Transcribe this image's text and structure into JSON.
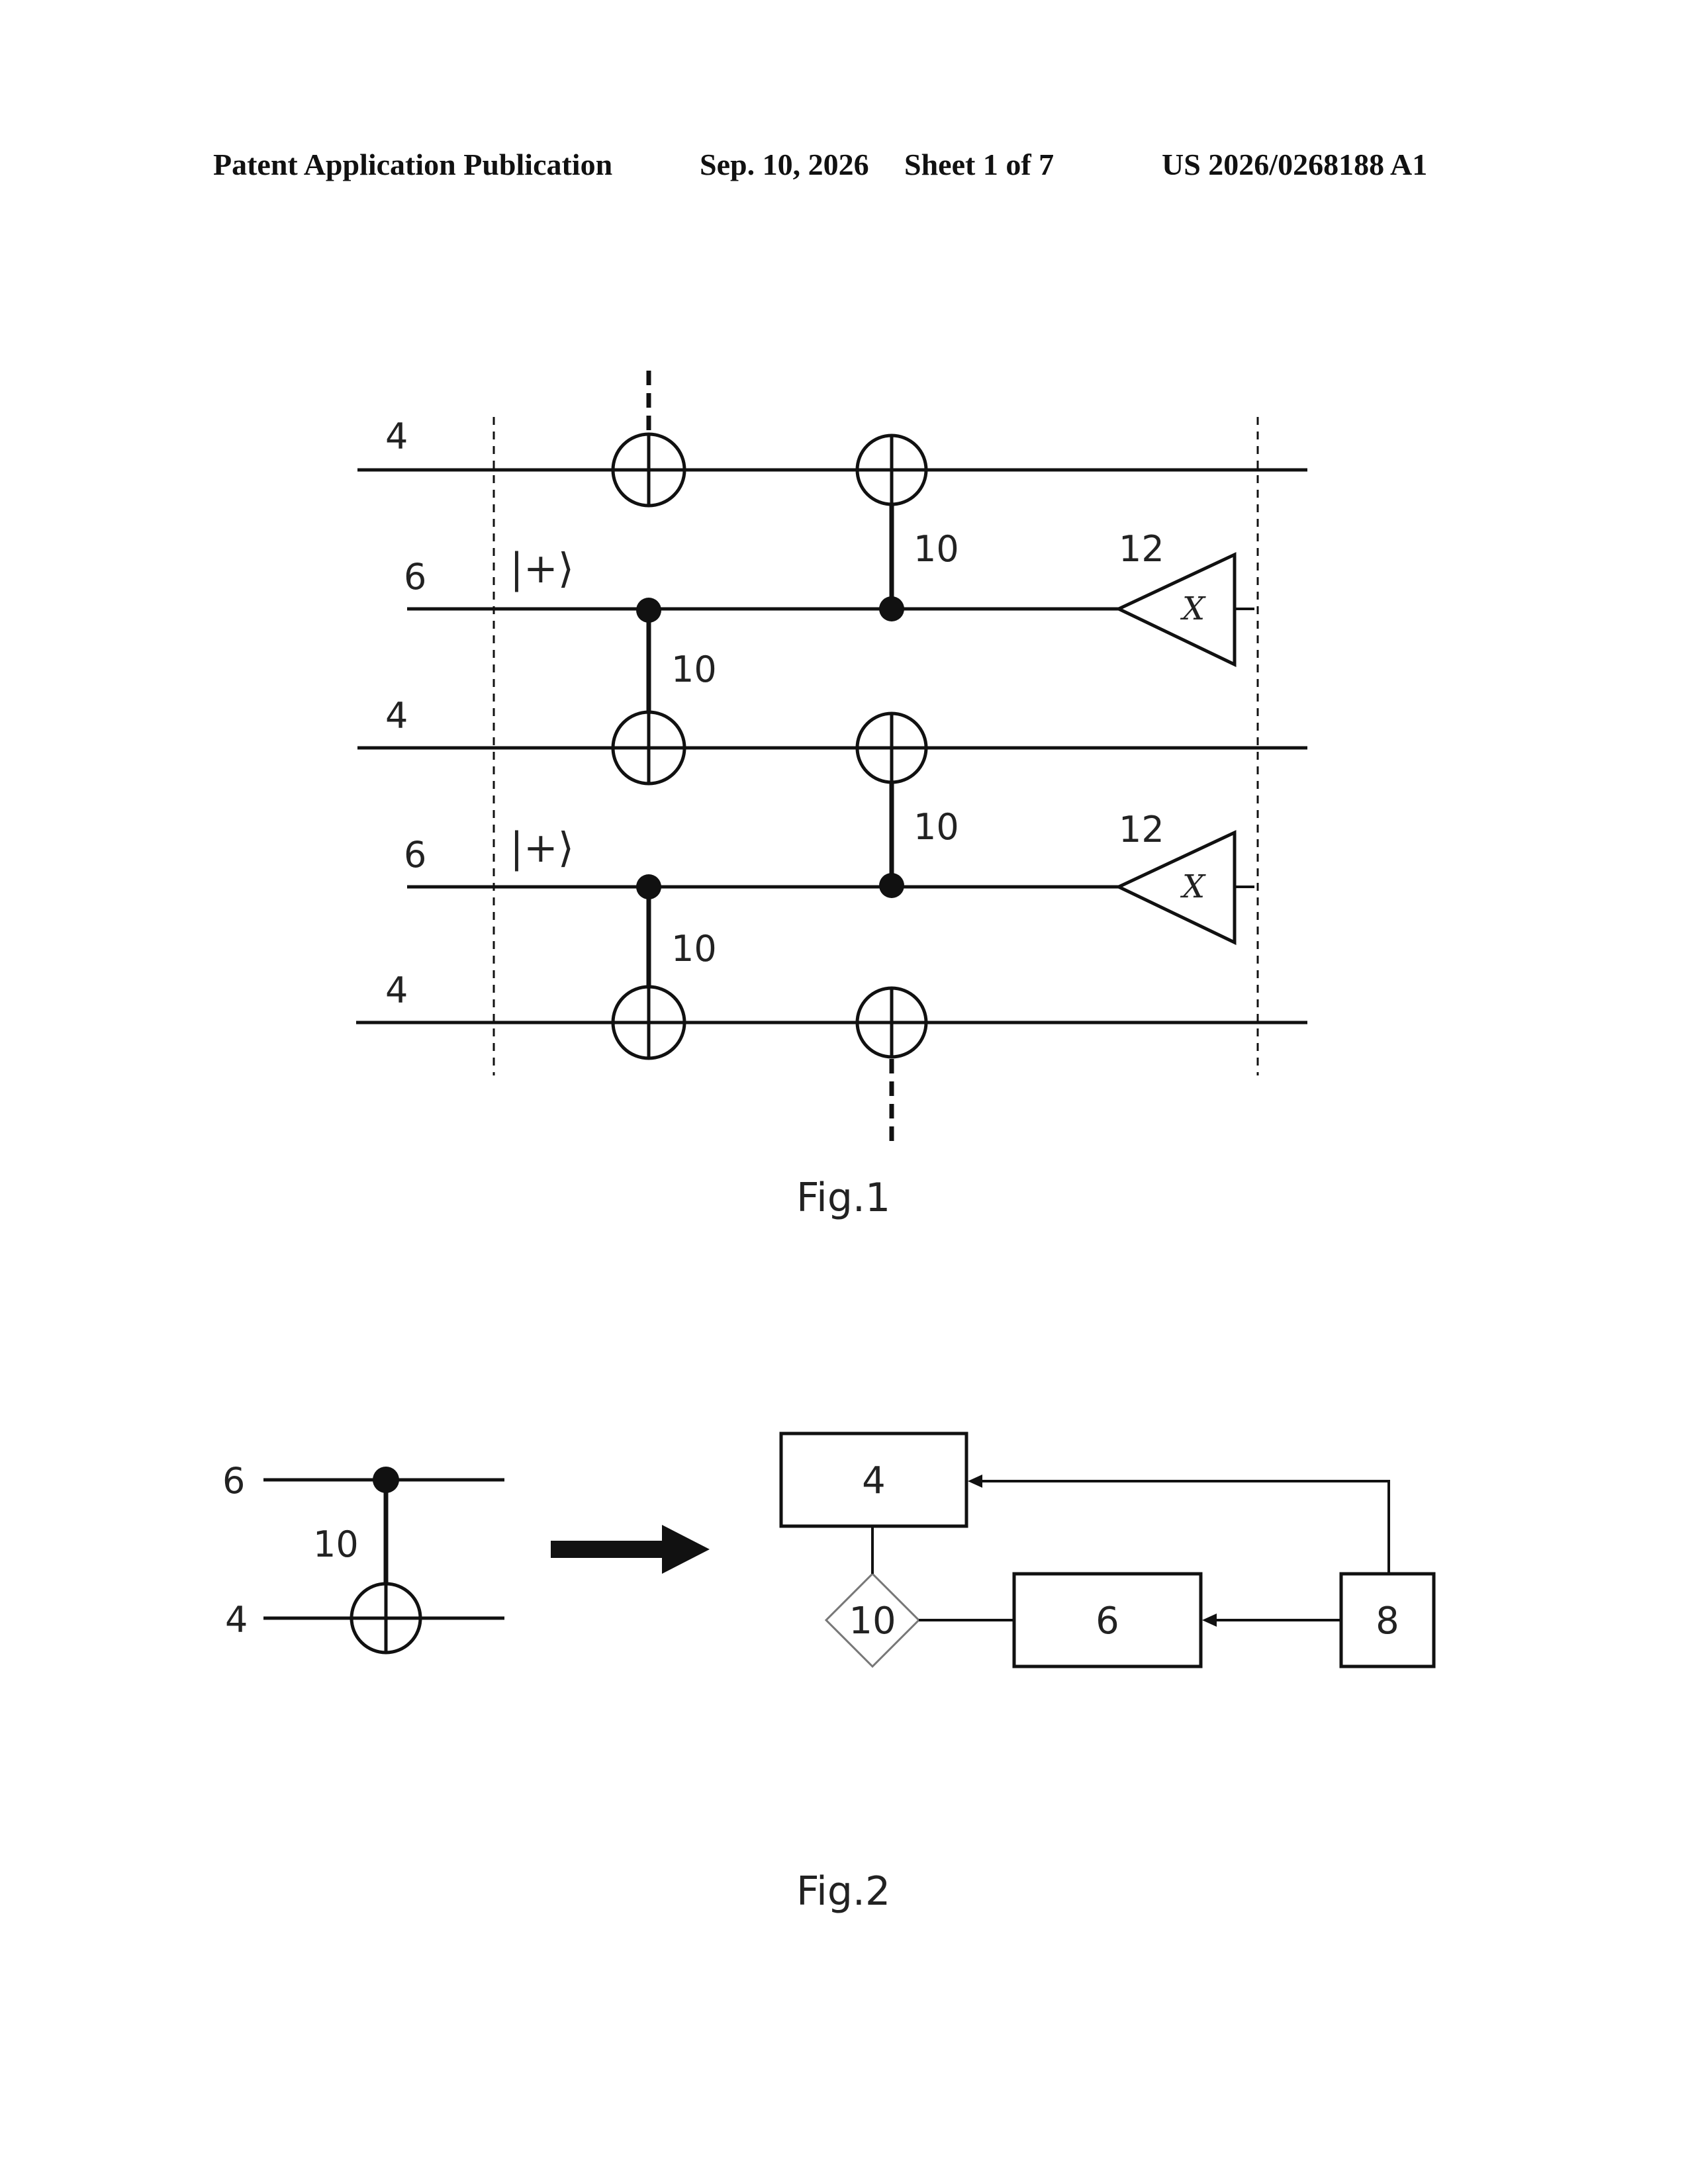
{
  "header": {
    "publication": "Patent Application Publication",
    "date": "Sep. 10, 2026",
    "sheet": "Sheet 1 of 7",
    "number": "US 2026/0268188 A1"
  },
  "fig1": {
    "caption": "Fig.1",
    "wire_labels": [
      "4",
      "6",
      "4",
      "6",
      "4"
    ],
    "ket_label": "|+⟩",
    "gate_label": "10",
    "measure_label": "12",
    "measure_basis": "X"
  },
  "fig2": {
    "caption": "Fig.2",
    "wire_label_top": "6",
    "wire_label_bottom": "4",
    "gate_label": "10",
    "block_top": "4",
    "block_middle": "6",
    "block_right": "8",
    "diamond": "10"
  }
}
